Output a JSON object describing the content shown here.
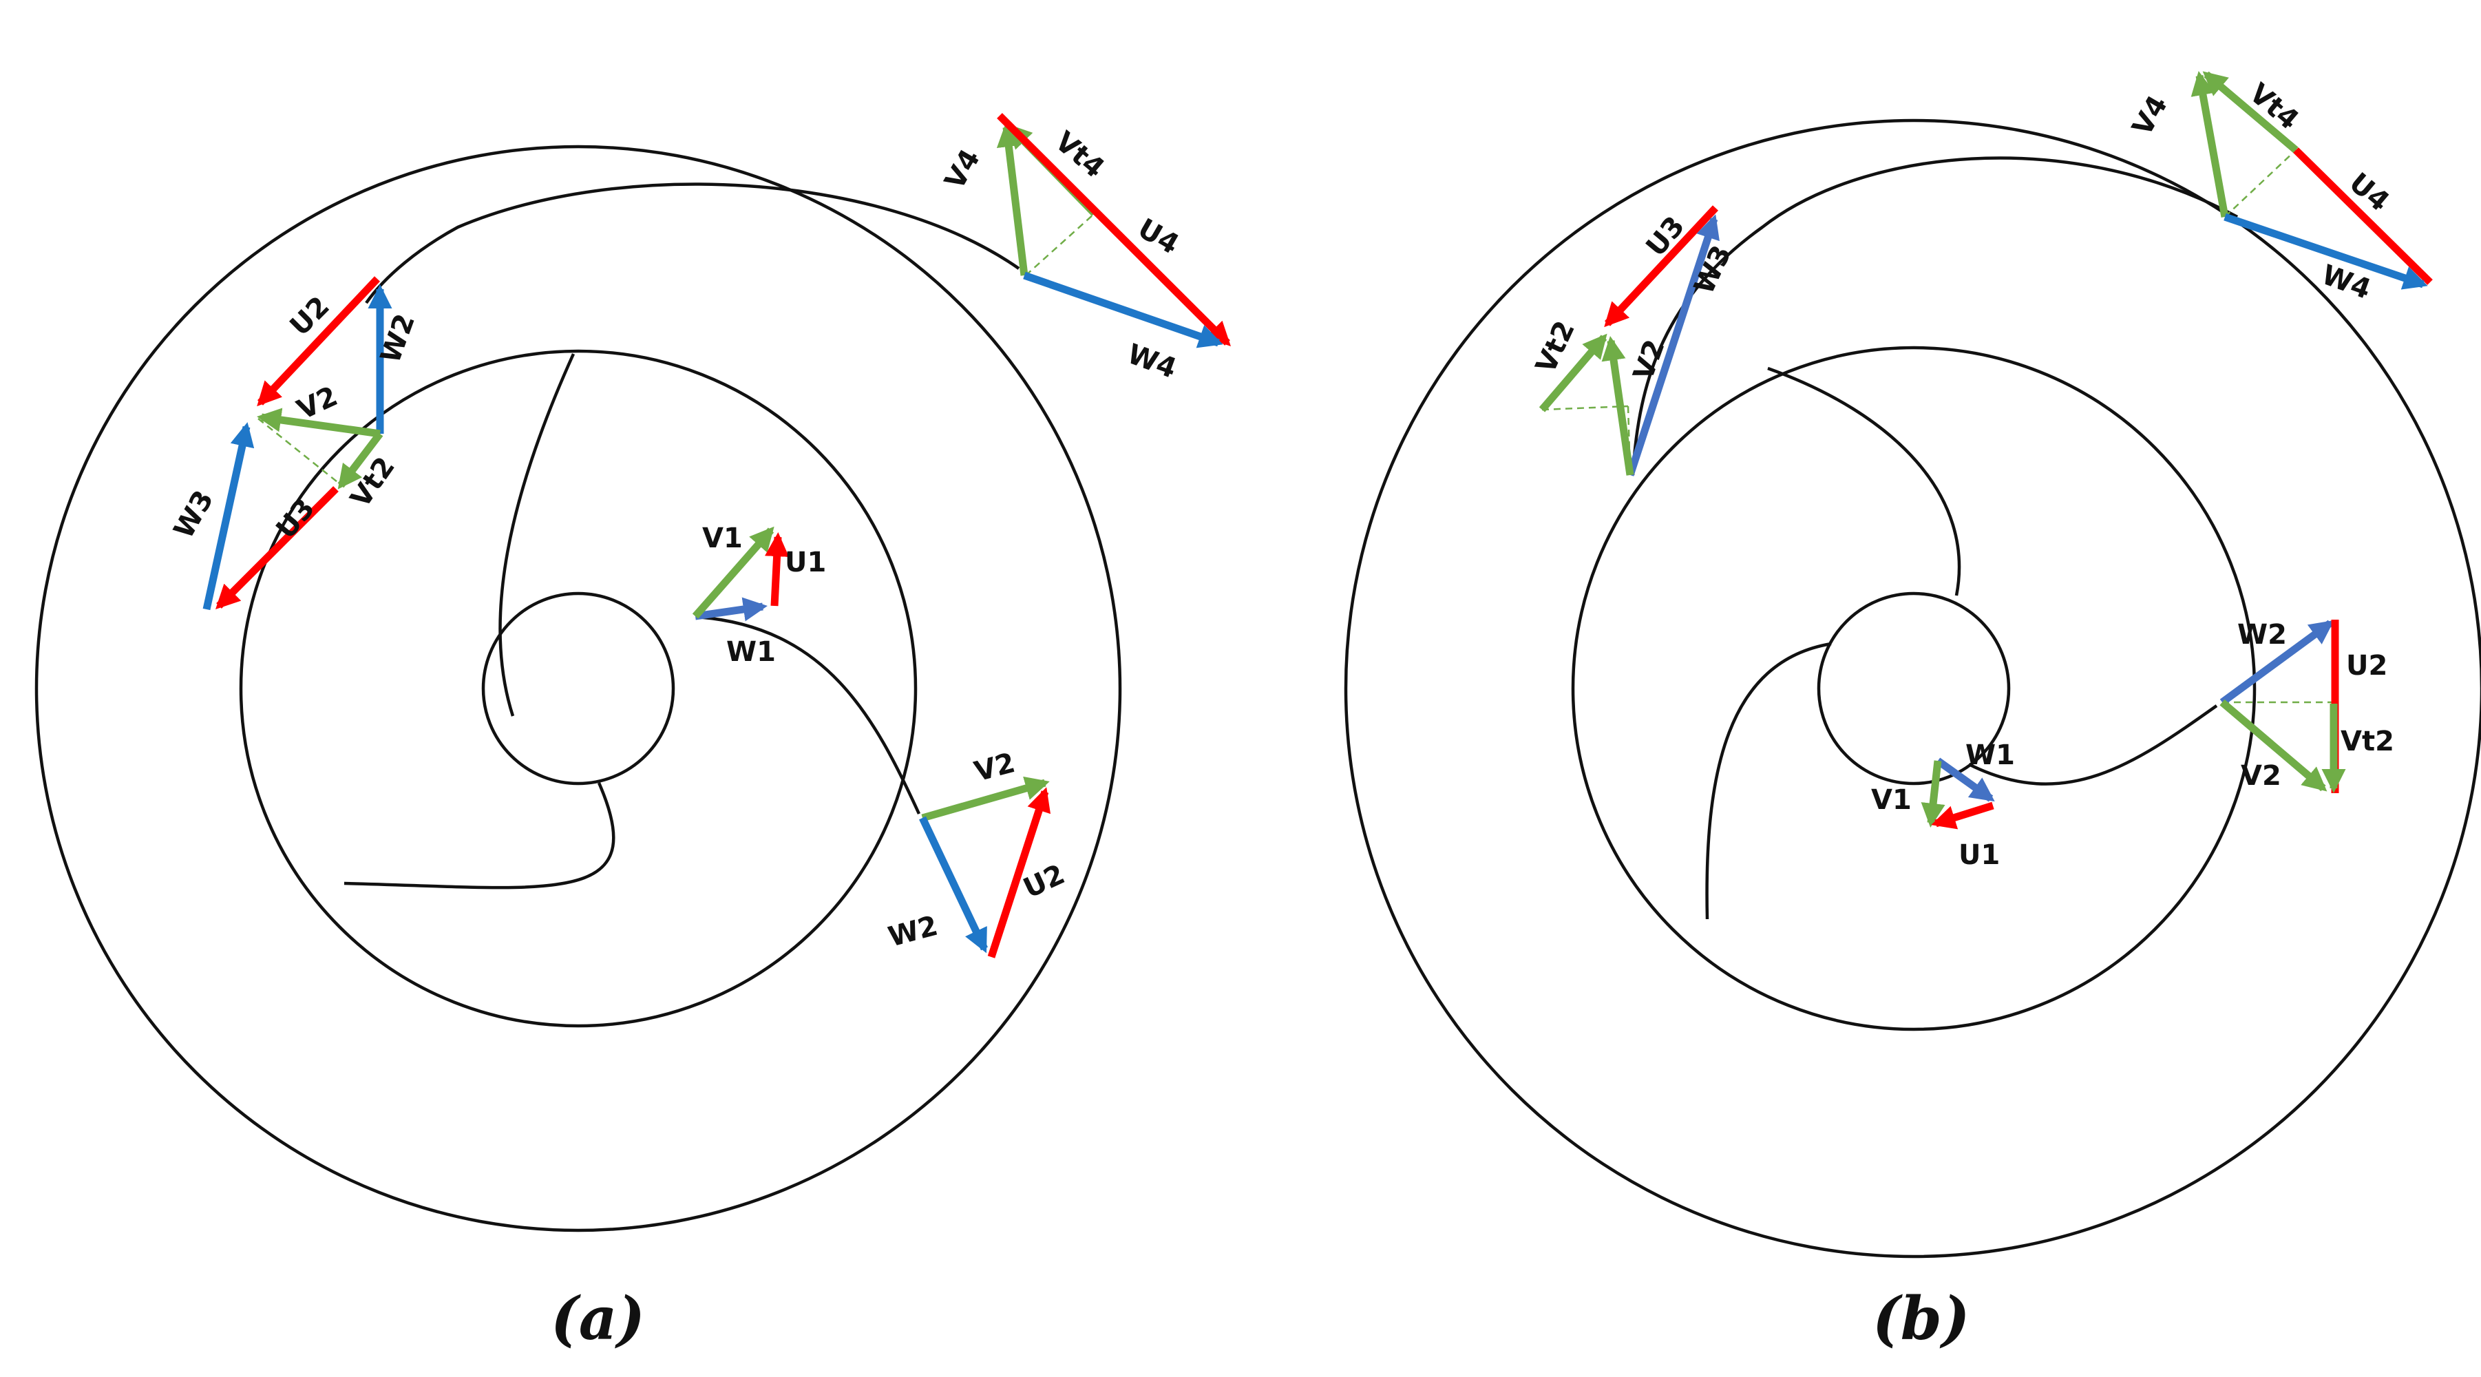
{
  "colors": {
    "W": "#1f77c8",
    "U": "#ff0000",
    "V": "#70ad47",
    "W1": "#4472c4"
  },
  "panels": [
    {
      "caption": "(a)",
      "labels": {
        "V1": "V1",
        "U1": "U1",
        "W1": "W1",
        "V2_out": "V2",
        "U2_out": "U2",
        "W2_out": "W2",
        "U2_mid": "U2",
        "W2_mid": "W2",
        "V2_mid": "V2",
        "Vt2_mid": "Vt2",
        "W3": "W3",
        "U3": "U3",
        "V4": "V4",
        "Vt4": "Vt4",
        "U4": "U4",
        "W4": "W4"
      }
    },
    {
      "caption": "(b)",
      "labels": {
        "W1": "W1",
        "V1": "V1",
        "U1": "U1",
        "W2_out": "W2",
        "U2_out": "U2",
        "Vt2_out": "Vt2",
        "V2_out": "V2",
        "U3": "U3",
        "W3": "W3",
        "Vt2_mid": "Vt2",
        "V2_mid": "V2",
        "V4": "V4",
        "Vt4": "Vt4",
        "U4": "U4",
        "W4": "W4"
      }
    }
  ]
}
